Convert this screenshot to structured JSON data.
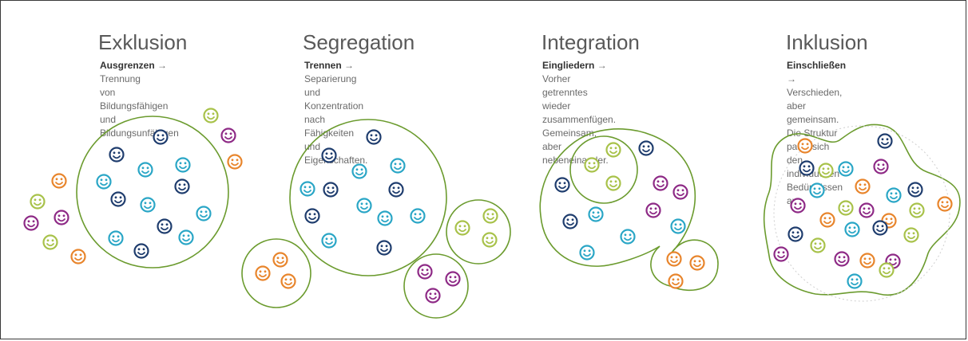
{
  "colors": {
    "green_outline": "#6b9b2e",
    "navy": "#1f3d6e",
    "cyan": "#2aa6c6",
    "lime": "#a8c24a",
    "magenta": "#8e2a86",
    "orange": "#e8852c"
  },
  "panels": [
    {
      "title": "Exklusion",
      "keyword": "Ausgrenzen",
      "arrow": "→",
      "lines": [
        "Trennung",
        "von Bildungsfähigen",
        "und Bildungsunfähigen"
      ]
    },
    {
      "title": "Segregation",
      "keyword": "Trennen",
      "arrow": "→",
      "lines": [
        "Separierung und",
        "Konzentration nach Fähigkeiten",
        "und Eigenschaften."
      ]
    },
    {
      "title": "Integration",
      "keyword": "Eingliedern",
      "arrow": "→",
      "lines": [
        "Vorher getrenntes",
        "wieder zusammenfügen.",
        "Gemeinsam, aber nebeneinander."
      ]
    },
    {
      "title": "Inklusion",
      "keyword": "Einschließen",
      "arrow": "→",
      "lines": [
        "Verschieden,",
        "aber gemeinsam. Die Struktur",
        "passt sich den individuellen",
        "Bedürfnissen an."
      ]
    }
  ]
}
